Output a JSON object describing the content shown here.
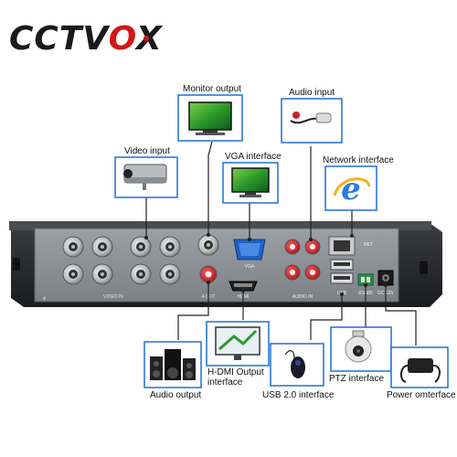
{
  "logo": {
    "text": "CCTVOX",
    "brand_color": "#d01818"
  },
  "device": {
    "panel_labels": {
      "video_in": "VIDEO IN",
      "vga": "VGA",
      "audio_in": "AUDIO IN",
      "net": "NET",
      "usb": "USB",
      "rs485": "RS485",
      "dc": "DC 12V",
      "hdmi": "HDMI",
      "audio_out": "A OUT"
    }
  },
  "callouts": {
    "monitor_output": "Monitor output",
    "audio_input": "Audio input",
    "video_input": "Video input",
    "vga_interface": "VGA interface",
    "network_interface": "Network interface",
    "audio_output": "Audio output",
    "hdmi_output": "H-DMI Output interface",
    "usb_interface": "USB 2.0 interface",
    "ptz_interface": "PTZ interface",
    "power_interface": "Power omterface"
  },
  "colors": {
    "frame_blue": "#1e6fd9",
    "panel_gray": "#8d9196",
    "body_dark": "#2b2d31",
    "connector_red": "#c8202a"
  },
  "icons": [
    "camera-icon",
    "monitor-icon",
    "microphone-icon",
    "internet-explorer-icon",
    "speaker-icon",
    "mouse-icon",
    "ptz-camera-icon",
    "power-adapter-icon"
  ]
}
